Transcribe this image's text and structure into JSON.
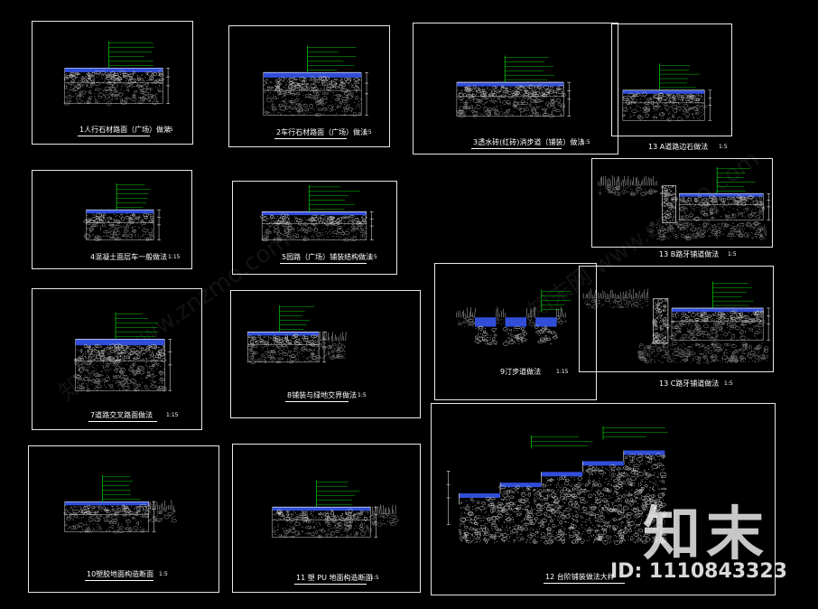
{
  "sheets": [
    {
      "title": "1人行石材路面（广场）做法",
      "scale": "1:5"
    },
    {
      "title": "2车行石材路面（广场）做法",
      "scale": "1:5"
    },
    {
      "title": "3透水砖(红砖)消步道（铺装）做法",
      "scale": "1:5"
    },
    {
      "title": "13 A道路边石做法",
      "scale": "1:5"
    },
    {
      "title": "4混凝土面层车一般做法",
      "scale": "1:15"
    },
    {
      "title": "5园路（广场）铺装结构做法",
      "scale": "1:5"
    },
    {
      "title": "13 B路牙铺道做法",
      "scale": "1:5"
    },
    {
      "title": "7道路交叉路面做法",
      "scale": "1:15"
    },
    {
      "title": "8铺装与绿地交界做法",
      "scale": "1:5"
    },
    {
      "title": "9汀步道做法",
      "scale": "1:15"
    },
    {
      "title": "13 C路牙铺道做法",
      "scale": "1:5"
    },
    {
      "title": "10塑胶地面构造断面",
      "scale": "1:5"
    },
    {
      "title": "11 塑 PU 地面构造断面",
      "scale": "1:5"
    },
    {
      "title": "12 台阶铺装做法大样",
      "scale": ""
    }
  ],
  "watermark": {
    "brand": "知末",
    "id": "ID: 1110843323",
    "diagonal": "知末网 www.znzmo.com"
  },
  "colors": {
    "background": "#000000",
    "frame": "#e8e8e8",
    "leader": "#00ff00",
    "paving": "#3a5cff",
    "hatch": "#c8c8c8"
  }
}
